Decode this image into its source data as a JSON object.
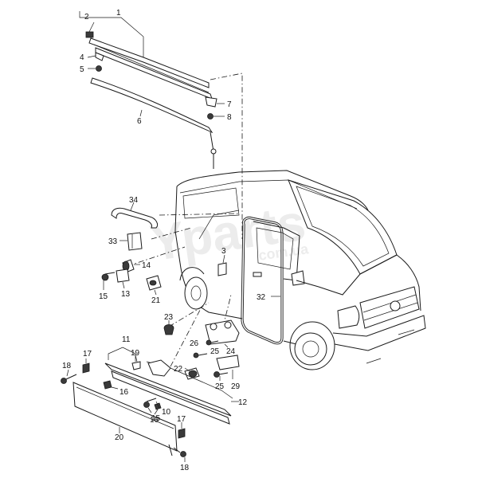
{
  "diagram": {
    "watermark": {
      "brand": "Yparts",
      "domain": "com.ua"
    },
    "callouts": [
      "1",
      "2",
      "3",
      "4",
      "5",
      "6",
      "7",
      "8",
      "10",
      "11",
      "12",
      "13",
      "14",
      "15",
      "15",
      "16",
      "16",
      "17",
      "17",
      "18",
      "18",
      "19",
      "20",
      "21",
      "22",
      "23",
      "24",
      "25",
      "25",
      "26",
      "29",
      "32",
      "33",
      "34"
    ],
    "colors": {
      "line": "#1a1a1a",
      "background": "#ffffff",
      "watermark": "#ececec"
    }
  }
}
